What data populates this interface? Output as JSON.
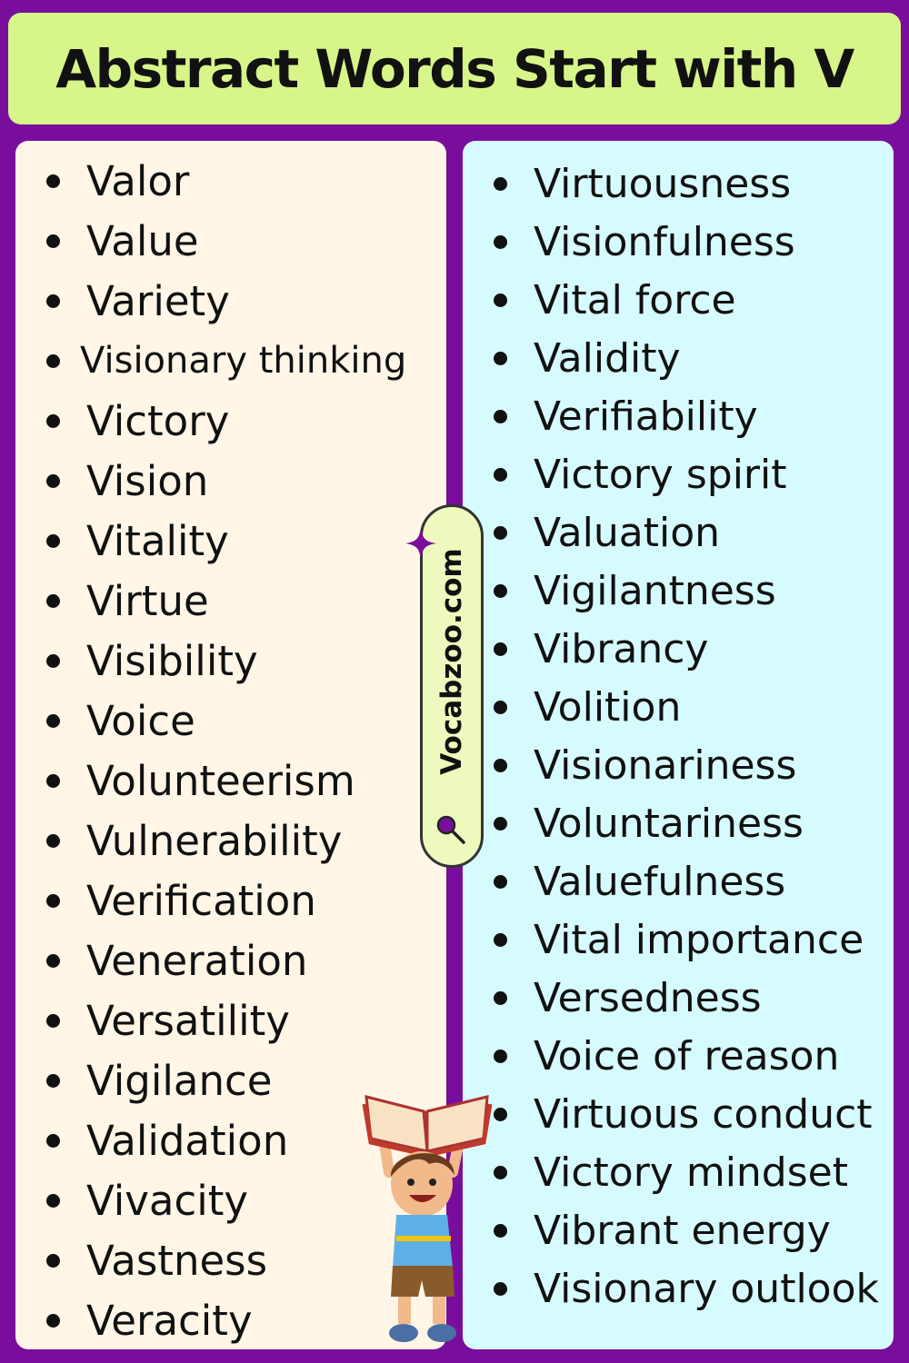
{
  "title": "Abstract Words Start with V",
  "watermark": "Vocabzoo.com",
  "left_column": [
    "Valor",
    "Value",
    "Variety",
    "Visionary thinking",
    "Victory",
    "Vision",
    "Vitality",
    "Virtue",
    "Visibility",
    "Voice",
    "Volunteerism",
    "Vulnerability",
    "Verification",
    "Veneration",
    "Versatility",
    "Vigilance",
    "Validation",
    "Vivacity",
    "Vastness",
    "Veracity"
  ],
  "right_column": [
    "Virtuousness",
    "Visionfulness",
    "Vital force",
    "Validity",
    "Verifiability",
    "Victory spirit",
    "Valuation",
    "Vigilantness",
    "Vibrancy",
    "Volition",
    "Visionariness",
    "Voluntariness",
    "Valuefulness",
    "Vital importance",
    "Versedness",
    "Voice of reason",
    "Virtuous conduct",
    "Victory mindset",
    "Vibrant energy",
    "Visionary outlook"
  ],
  "colors": {
    "background": "#7a0e9c",
    "title_bar": "#d8f58a",
    "left_panel": "#fff6e8",
    "right_panel": "#d6fbfe",
    "accent": "#7a0e9c"
  },
  "icons": [
    "sparkle-icon",
    "magnifier-icon",
    "kid-with-book-illustration"
  ]
}
